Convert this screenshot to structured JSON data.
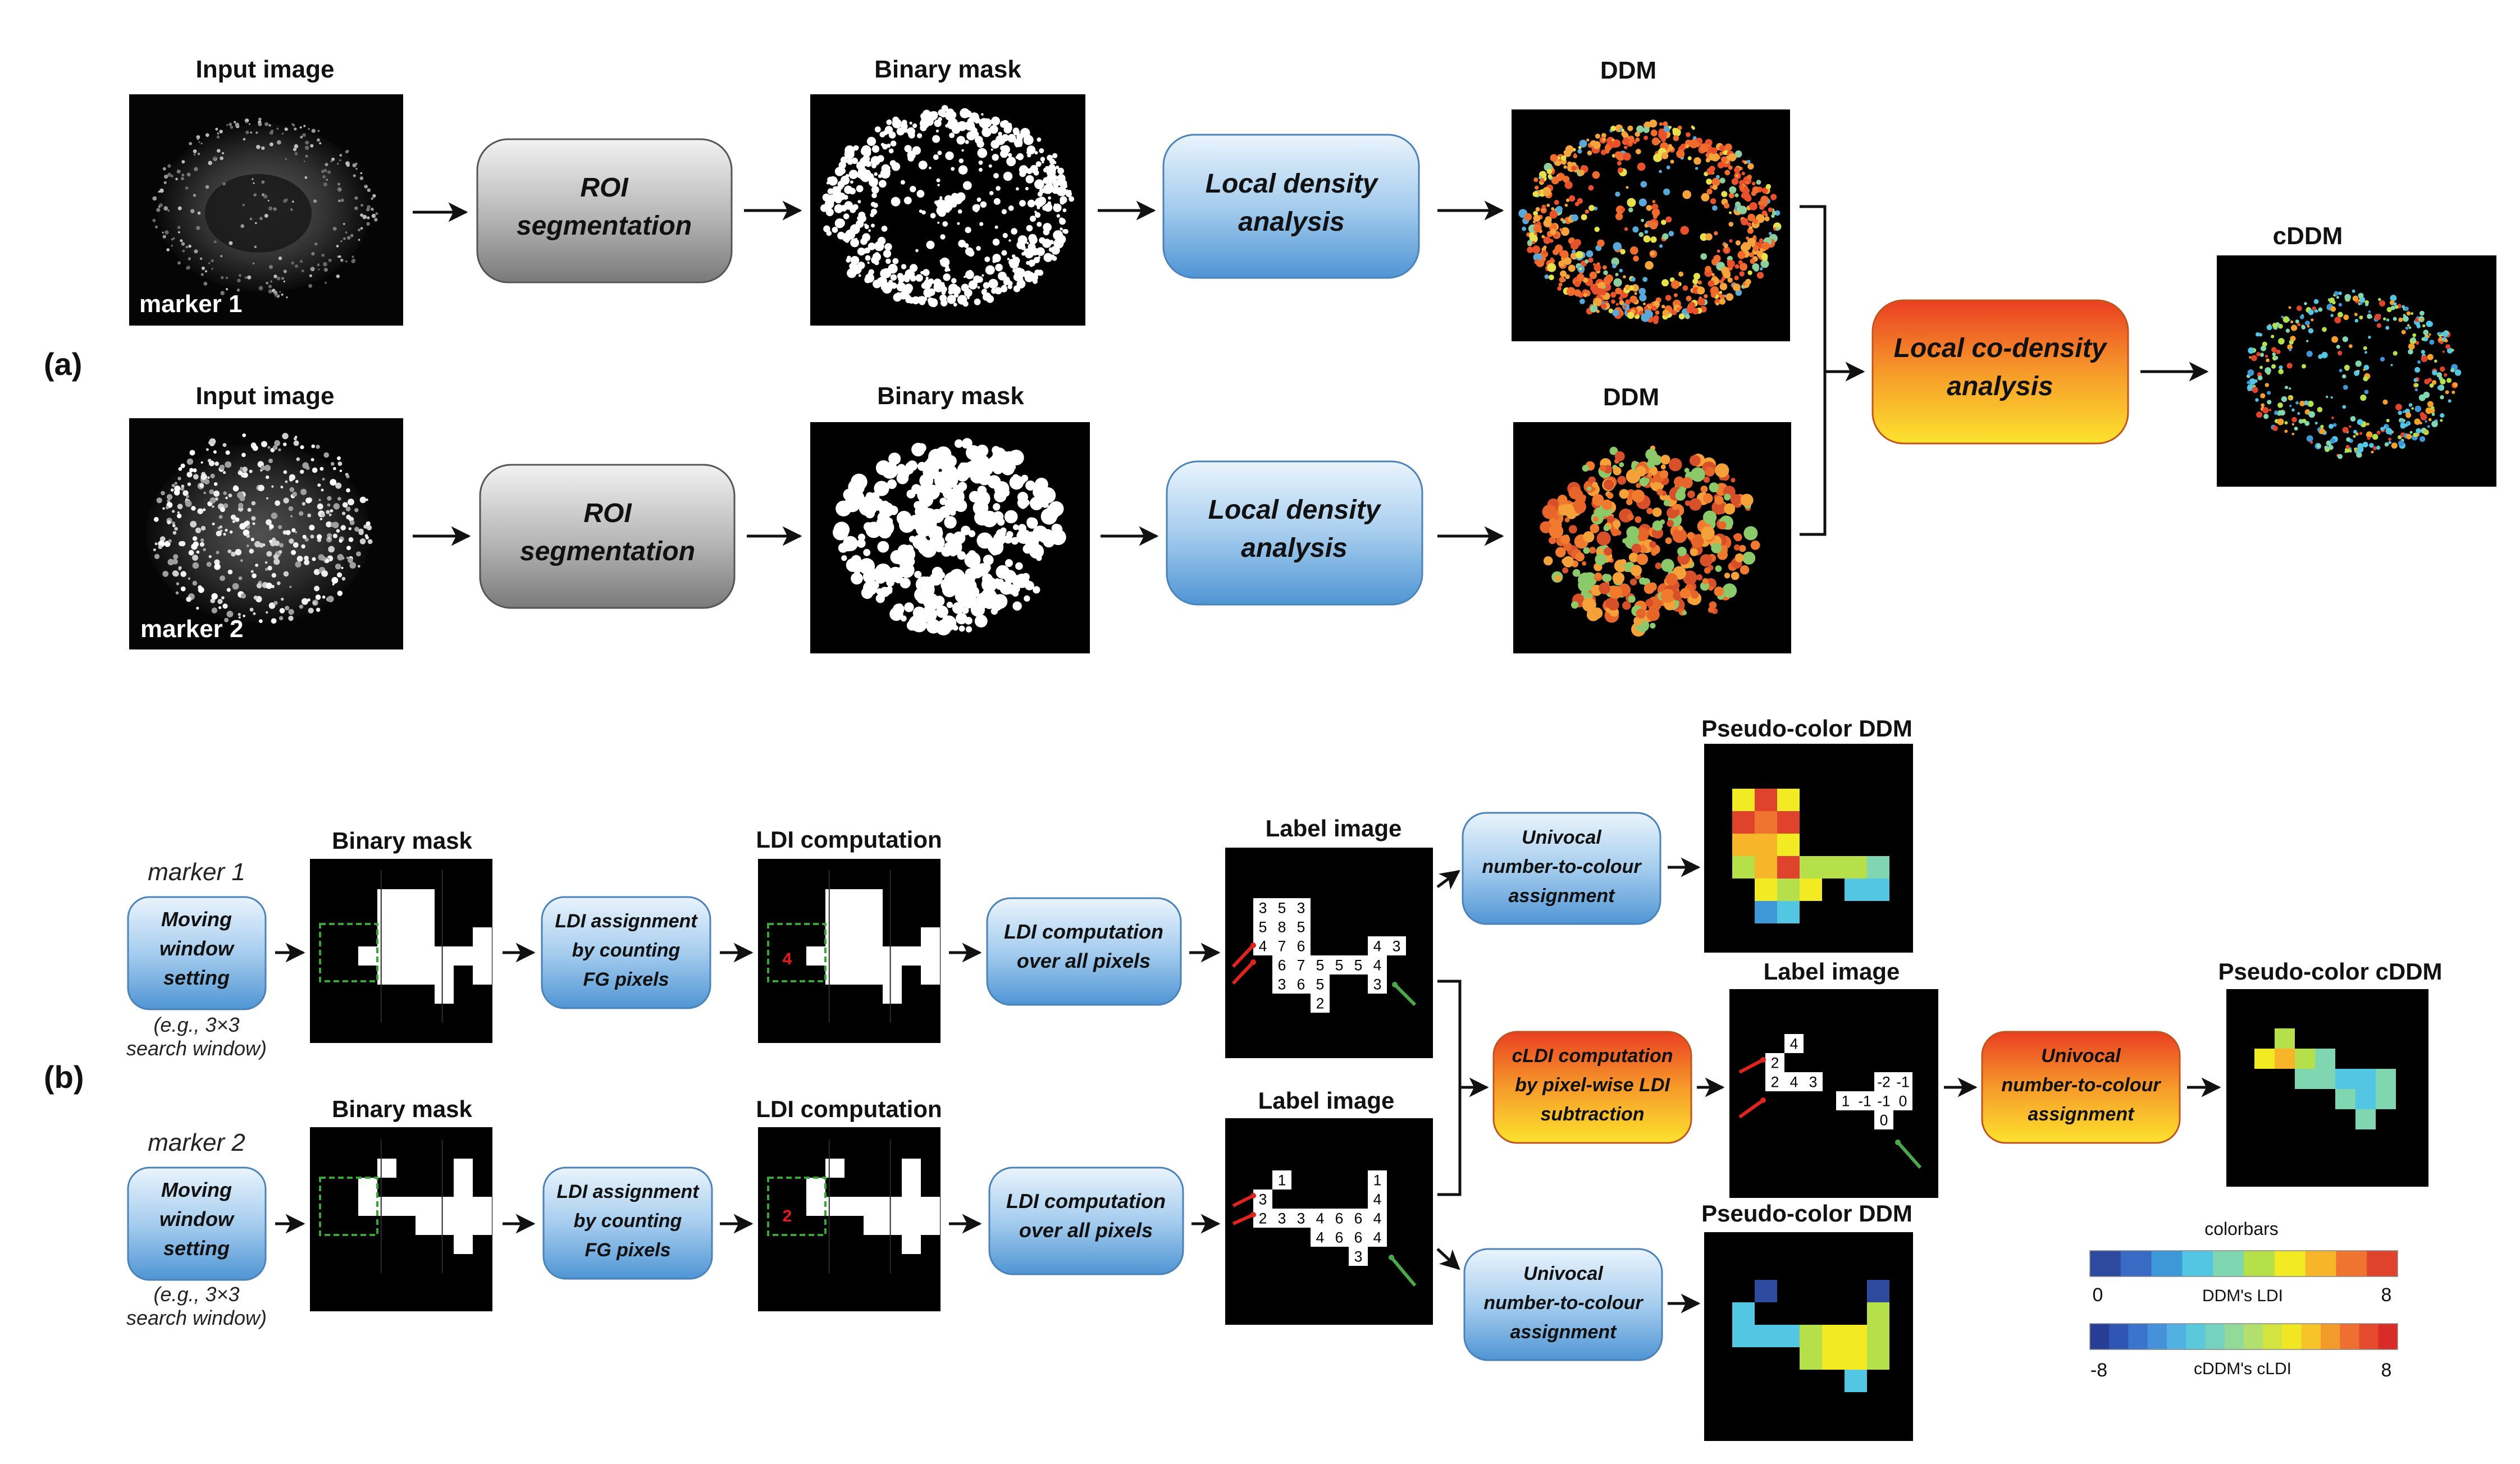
{
  "panel_a": {
    "label": "(a)",
    "row1": {
      "input_title": "Input image",
      "marker": "marker 1",
      "step1": [
        "ROI",
        "segmentation"
      ],
      "mask_title": "Binary mask",
      "step2": [
        "Local density",
        "analysis"
      ],
      "ddm_title": "DDM"
    },
    "row2": {
      "input_title": "Input image",
      "marker": "marker 2",
      "step1": [
        "ROI",
        "segmentation"
      ],
      "mask_title": "Binary mask",
      "step2": [
        "Local density",
        "analysis"
      ],
      "ddm_title": "DDM"
    },
    "codensity": [
      "Local co-density",
      "analysis"
    ],
    "cddm_title": "cDDM"
  },
  "panel_b": {
    "label": "(b)",
    "row1": {
      "marker": "marker 1",
      "window_box": [
        "Moving",
        "window",
        "setting"
      ],
      "window_note": [
        "(e.g., 3×3",
        "search window)"
      ],
      "mask_title": "Binary mask",
      "assign_box": [
        "LDI assignment",
        "by counting",
        "FG pixels"
      ],
      "ldi_title": "LDI computation",
      "ldi_value": "4",
      "compute_box": [
        "LDI computation",
        "over all pixels"
      ],
      "label_title": "Label image",
      "label_rows": [
        [
          "3",
          "5",
          "3"
        ],
        [
          "5",
          "8",
          "5"
        ],
        [
          "4",
          "7",
          "6"
        ],
        [
          "6",
          "7",
          "5",
          "5",
          "5",
          "4"
        ],
        [
          "3",
          "6",
          "5",
          "3"
        ],
        [
          "2"
        ]
      ],
      "extra_numbers": [
        "4",
        "3"
      ],
      "colour_box": [
        "Univocal",
        "number-to-colour",
        "assignment"
      ],
      "pseudo_title": "Pseudo-color DDM"
    },
    "row2": {
      "marker": "marker 2",
      "window_box": [
        "Moving",
        "window",
        "setting"
      ],
      "window_note": [
        "(e.g., 3×3",
        "search window)"
      ],
      "mask_title": "Binary mask",
      "assign_box": [
        "LDI assignment",
        "by counting",
        "FG pixels"
      ],
      "ldi_title": "LDI computation",
      "ldi_value": "2",
      "compute_box": [
        "LDI computation",
        "over all pixels"
      ],
      "label_title": "Label image",
      "label_rows": [
        [
          "1",
          "1"
        ],
        [
          "3",
          "4"
        ],
        [
          "2",
          "3",
          "3",
          "4",
          "6",
          "6",
          "4"
        ],
        [
          "4",
          "6",
          "6",
          "4"
        ],
        [
          "3"
        ]
      ],
      "colour_box": [
        "Univocal",
        "number-to-colour",
        "assignment"
      ],
      "pseudo_title": "Pseudo-color DDM"
    },
    "cldi_box": [
      "cLDI computation",
      "by pixel-wise LDI",
      "subtraction"
    ],
    "c_label_title": "Label image",
    "c_label_rows": [
      [
        "4"
      ],
      [
        "2"
      ],
      [
        "2",
        "4",
        "3",
        "-2",
        "-1"
      ],
      [
        "1",
        "-1",
        "-1",
        "0"
      ],
      [
        "0"
      ]
    ],
    "c_colour_box": [
      "Univocal",
      "number-to-colour",
      "assignment"
    ],
    "c_pseudo_title": "Pseudo-color cDDM",
    "colorbars": {
      "title": "colorbars",
      "ddm": {
        "min": "0",
        "max": "8",
        "label": "DDM's LDI",
        "colors": [
          "#2e4a9e",
          "#3a6bc4",
          "#3e97d6",
          "#52c6e2",
          "#7fd6b0",
          "#b6e04a",
          "#f2ea22",
          "#f7b52a",
          "#ee7430",
          "#e0432b"
        ]
      },
      "cddm": {
        "min": "-8",
        "max": "8",
        "label": "cDDM's cLDI",
        "colors": [
          "#283e94",
          "#2f56b3",
          "#3a74cc",
          "#4692da",
          "#52b0e2",
          "#5cc8dc",
          "#74d2bf",
          "#92d99a",
          "#b2df6d",
          "#d3e441",
          "#f0e624",
          "#f6c328",
          "#f39a2c",
          "#ee6f2f",
          "#e64a2d",
          "#d92b27"
        ]
      }
    }
  }
}
